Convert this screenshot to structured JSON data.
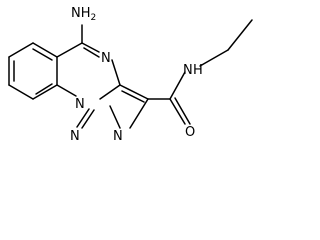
{
  "molecule": {
    "atom_labels": {
      "amine": "NH",
      "amine_subscript": "2",
      "ring_n": "N",
      "amide_nh": "N",
      "amide_h": "H",
      "amide_o": "O",
      "triazole_n_bottom_left": "N",
      "triazole_n_bottom_right": "N",
      "triazole_n_top": "N"
    }
  }
}
